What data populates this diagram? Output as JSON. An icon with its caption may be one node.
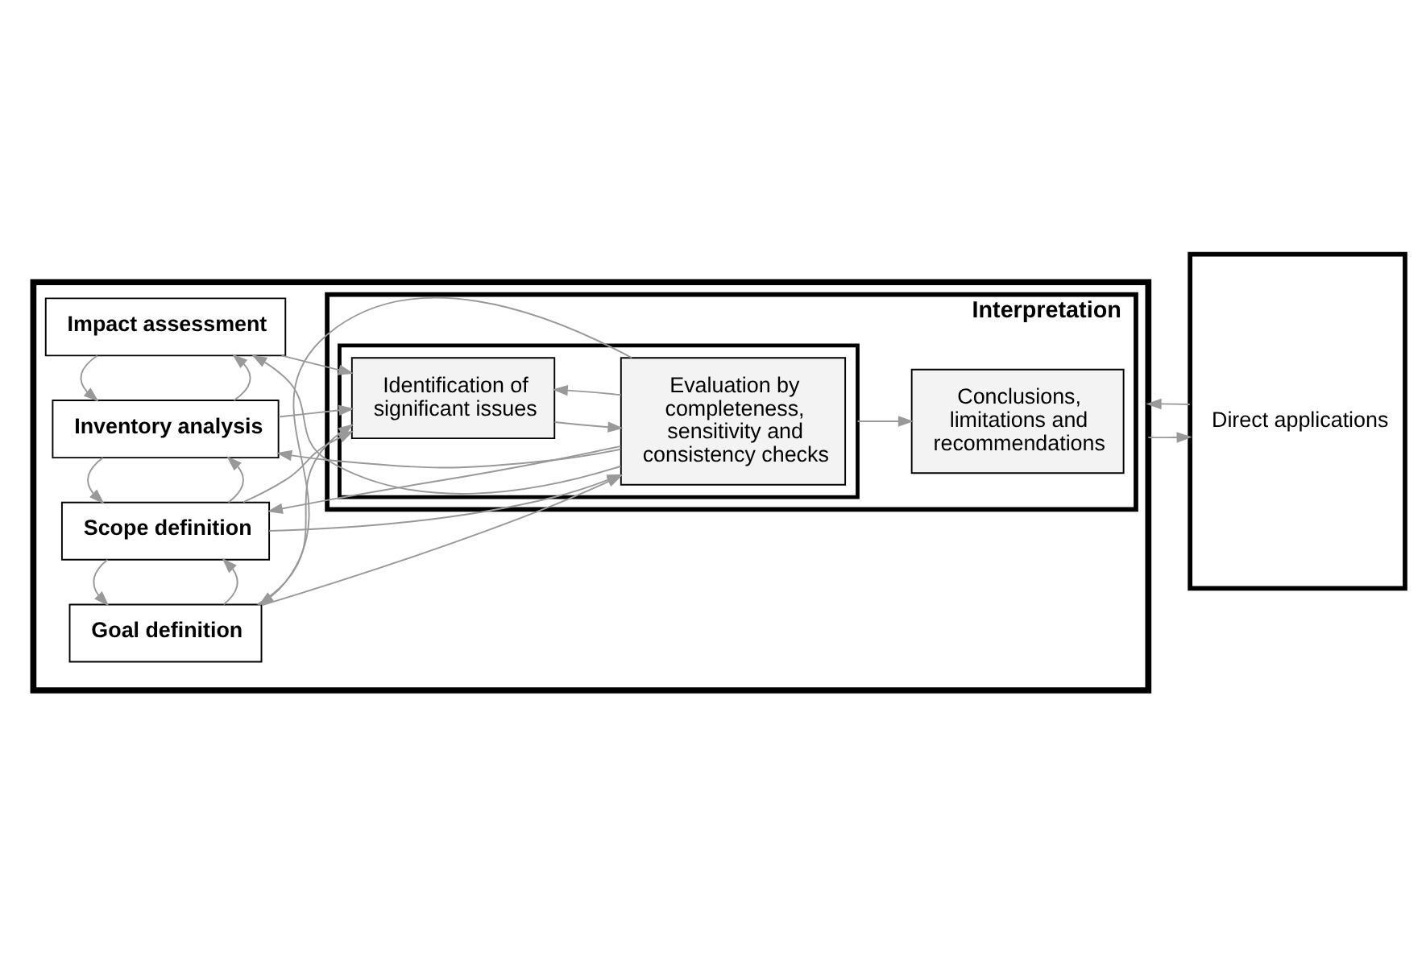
{
  "diagram": {
    "nodes": [
      {
        "text": [],
        "shape": "box"
      },
      {
        "text": [
          "Goal definition"
        ],
        "in": 0
      },
      {
        "text": [
          "Scope definition"
        ],
        "in": 0
      },
      {
        "text": [
          "Inventory analysis"
        ],
        "in": 0
      },
      {
        "text": [
          "Impact assessment"
        ],
        "in": 0
      },
      {
        "text": [
          "Interpretation"
        ],
        "in": 0
      },
      {
        "text": [],
        "shape": "box",
        "in": 5
      },
      {
        "text": [
          "Identification of significant issues"
        ],
        "in": 6
      },
      {
        "text": [
          "Evaluation by completeness, sensitivity and consistency checks"
        ],
        "in": 6
      },
      {
        "text": [
          "Conclusions, limitations and recommendations"
        ],
        "in": 5
      },
      {
        "text": [
          "Direct applications"
        ]
      }
    ],
    "edges": [
      {
        "from": 1,
        "to": 2,
        "arrow": "to"
      },
      {
        "from": 2,
        "to": 1,
        "arrow": "to"
      },
      {
        "from": 2,
        "to": 3,
        "arrow": "to"
      },
      {
        "from": 3,
        "to": 2,
        "arrow": "to"
      },
      {
        "from": 3,
        "to": 4,
        "arrow": "to"
      },
      {
        "from": 4,
        "to": 3,
        "arrow": "to"
      },
      {
        "from": 1,
        "to": 8,
        "arrow": "to"
      },
      {
        "from": 2,
        "to": 8,
        "arrow": "to"
      },
      {
        "from": 1,
        "to": 7,
        "arrow": "to"
      },
      {
        "from": 2,
        "to": 7,
        "arrow": "to"
      },
      {
        "from": 3,
        "to": 7,
        "arrow": "to"
      },
      {
        "from": 4,
        "to": 7,
        "arrow": "to"
      },
      {
        "from": 7,
        "to": 8,
        "arrow": "to"
      },
      {
        "from": 8,
        "to": 7,
        "arrow": "to"
      },
      {
        "from": 6,
        "to": 9,
        "arrow": "to"
      },
      {
        "from": 8,
        "to": 1,
        "arrow": "to"
      },
      {
        "from": 8,
        "to": 2,
        "arrow": "to"
      },
      {
        "from": 8,
        "to": 3,
        "arrow": "to"
      },
      {
        "from": 8,
        "to": 4,
        "arrow": "to"
      },
      {
        "from": 0,
        "to": 10,
        "arrow": "to"
      },
      {
        "from": 10,
        "to": 0,
        "arrow": "to"
      }
    ]
  }
}
